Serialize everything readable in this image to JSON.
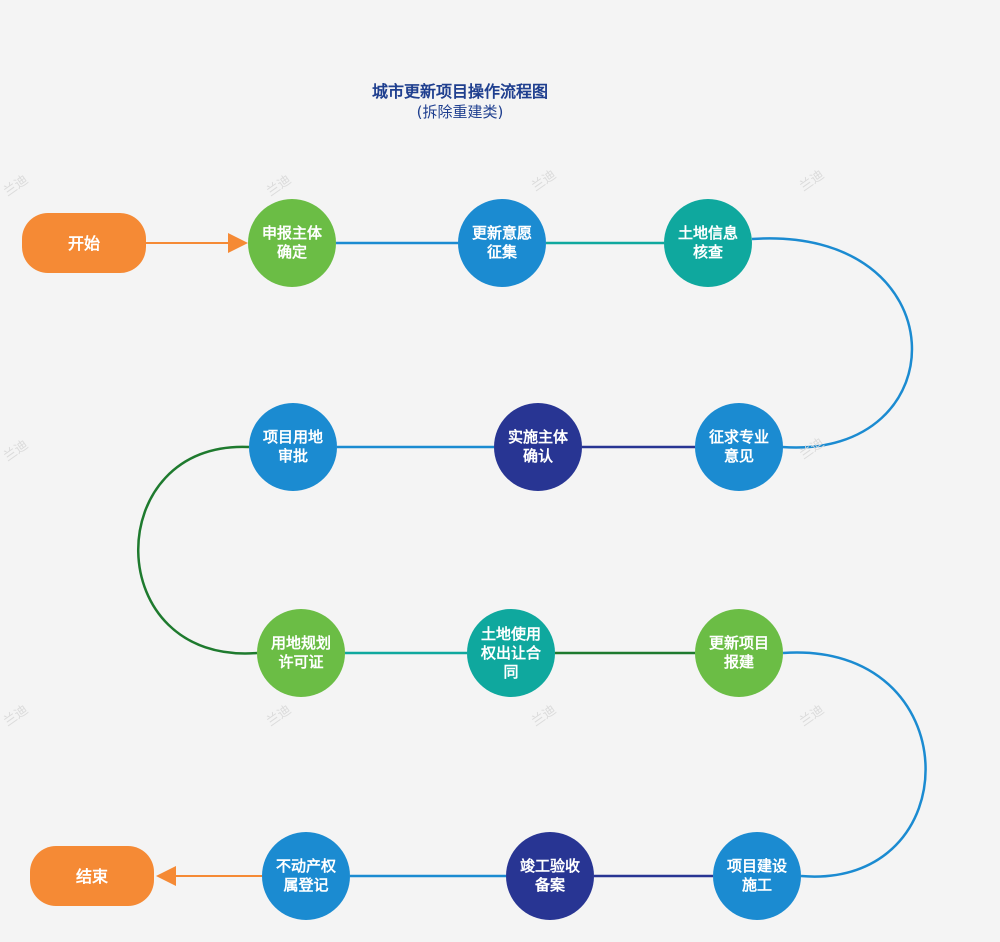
{
  "title": "城市更新项目操作流程图",
  "subtitle": "(拆除重建类)",
  "watermark": "兰迪",
  "colors": {
    "orange": "#f58a35",
    "green": "#6bbd45",
    "blue": "#1b8bd1",
    "teal": "#0fa89e",
    "navy": "#283593",
    "dark_green": "#1e7a2e",
    "background": "#f4f4f4"
  },
  "nodes": {
    "start": {
      "label": "开始",
      "color": "#f58a35"
    },
    "n1": {
      "label": "申报主体\n确定",
      "color": "#6bbd45"
    },
    "n2": {
      "label": "更新意愿\n征集",
      "color": "#1b8bd1"
    },
    "n3": {
      "label": "土地信息\n核查",
      "color": "#0fa89e"
    },
    "n4": {
      "label": "征求专业\n意见",
      "color": "#1b8bd1"
    },
    "n5": {
      "label": "实施主体\n确认",
      "color": "#283593"
    },
    "n6": {
      "label": "项目用地\n审批",
      "color": "#1b8bd1"
    },
    "n7": {
      "label": "用地规划\n许可证",
      "color": "#6bbd45"
    },
    "n8": {
      "label": "土地使用\n权出让合\n同",
      "color": "#0fa89e"
    },
    "n9": {
      "label": "更新项目\n报建",
      "color": "#6bbd45"
    },
    "n10": {
      "label": "项目建设\n施工",
      "color": "#1b8bd1"
    },
    "n11": {
      "label": "竣工验收\n备案",
      "color": "#283593"
    },
    "n12": {
      "label": "不动产权\n属登记",
      "color": "#1b8bd1"
    },
    "end": {
      "label": "结束",
      "color": "#f58a35"
    }
  }
}
